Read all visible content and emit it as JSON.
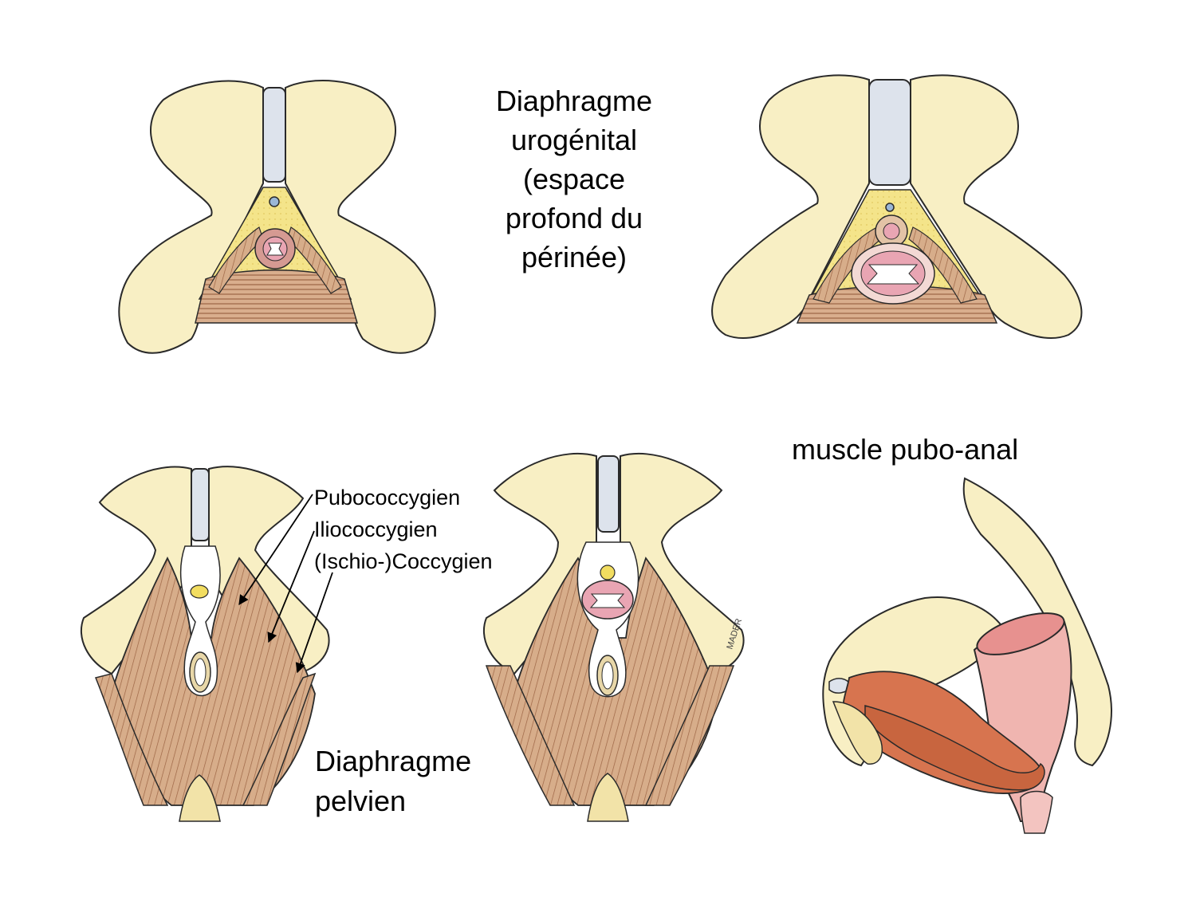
{
  "labels": {
    "urogenital_lines": [
      "Diaphragme",
      "urogénital",
      "(espace",
      "profond du",
      "périnée)"
    ],
    "pubo_anal": "muscle pubo-anal",
    "muscles": [
      "Pubococcygien",
      "Iliococcygien",
      "(Ischio-)Coccygien"
    ],
    "pelvic_lines": [
      "Diaphragme",
      "pelvien"
    ],
    "signature": "MADER"
  },
  "colors": {
    "bone": "#f8efc4",
    "bone_shade": "#efd98c",
    "fat": "#f4e48a",
    "muscle": "#d7ad8a",
    "muscle_line": "#9c6444",
    "pink": "#e9a5b3",
    "membrane": "#dde3ec",
    "outline": "#2a2a2a"
  }
}
